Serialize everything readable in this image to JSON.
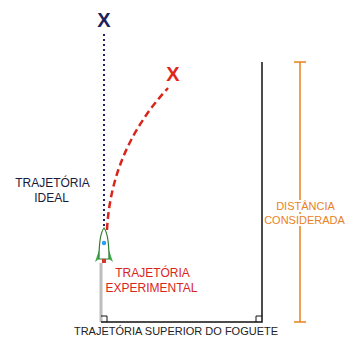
{
  "diagram": {
    "labels": [
      "X",
      "X",
      "TRAJETÓRIA IDEAL",
      "DISTÂNCIA CONSIDERADA",
      "TRAJETÓRIA EXPERIMENTAL",
      "TRAJETÓRIA SUPERIOR DO FOGUETE"
    ]
  }
}
